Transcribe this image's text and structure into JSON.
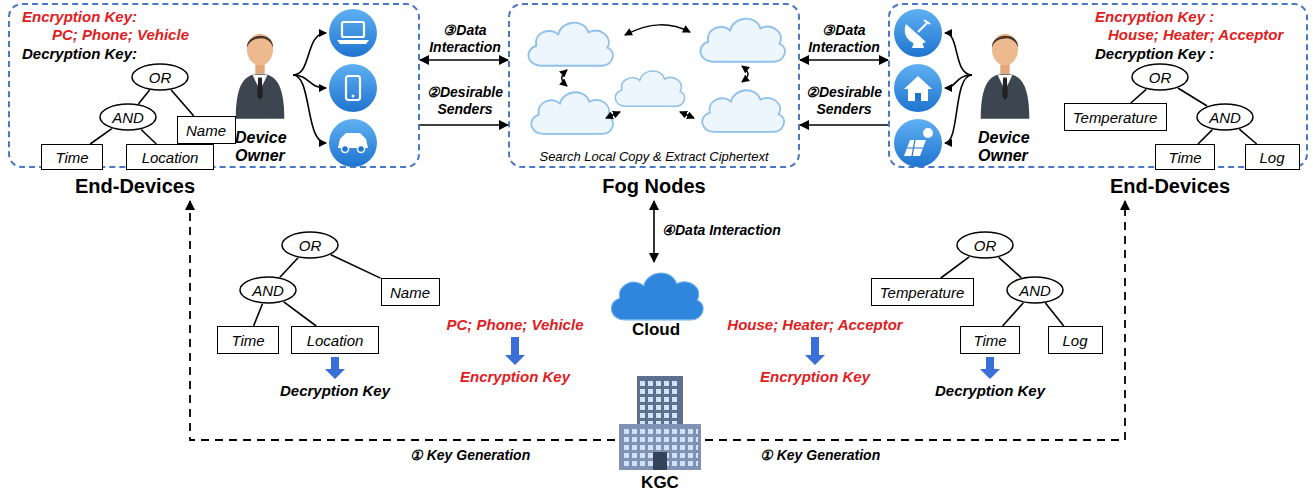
{
  "diagram": {
    "nodes": [
      {
        "text": [
          "Encryption Key:",
          "PC; Phone; Vehicle",
          "Decryption Key:",
          "Device Owner",
          "End-Devices"
        ]
      },
      {
        "text": [
          "OR"
        ],
        "in": 0
      },
      {
        "text": [
          "AND"
        ],
        "in": 0
      },
      {
        "text": [
          "Name"
        ],
        "in": 0
      },
      {
        "text": [
          "Time"
        ],
        "in": 0
      },
      {
        "text": [
          "Location"
        ],
        "in": 0
      },
      {
        "text": [
          "Search Local Copy & Extract Ciphertext",
          "Fog Nodes"
        ]
      },
      {
        "text": [
          "Encryption Key :",
          "House; Heater; Acceptor",
          "Decryption Key :",
          "Device Owner",
          "End-Devices"
        ]
      },
      {
        "text": [
          "OR"
        ],
        "in": 7
      },
      {
        "text": [
          "Temperature"
        ],
        "in": 7
      },
      {
        "text": [
          "AND"
        ],
        "in": 7
      },
      {
        "text": [
          "Time"
        ],
        "in": 7
      },
      {
        "text": [
          "Log"
        ],
        "in": 7
      },
      {
        "text": [
          "OR"
        ]
      },
      {
        "text": [
          "AND"
        ]
      },
      {
        "text": [
          "Name"
        ]
      },
      {
        "text": [
          "Time"
        ]
      },
      {
        "text": [
          "Location"
        ]
      },
      {
        "text": [
          "Cloud"
        ]
      },
      {
        "text": [
          "OR"
        ]
      },
      {
        "text": [
          "Temperature"
        ]
      },
      {
        "text": [
          "AND"
        ]
      },
      {
        "text": [
          "Time"
        ]
      },
      {
        "text": [
          "Log"
        ]
      },
      {
        "text": [
          "KGC"
        ]
      }
    ],
    "edges": [
      {
        "from": 1,
        "to": 2,
        "arrow": "none"
      },
      {
        "from": 1,
        "to": 3,
        "arrow": "none"
      },
      {
        "from": 2,
        "to": 4,
        "arrow": "none"
      },
      {
        "from": 2,
        "to": 5,
        "arrow": "none"
      },
      {
        "from": 8,
        "to": 9,
        "arrow": "none"
      },
      {
        "from": 8,
        "to": 10,
        "arrow": "none"
      },
      {
        "from": 10,
        "to": 11,
        "arrow": "none"
      },
      {
        "from": 10,
        "to": 12,
        "arrow": "none"
      },
      {
        "from": 13,
        "to": 14,
        "arrow": "none"
      },
      {
        "from": 13,
        "to": 15,
        "arrow": "none"
      },
      {
        "from": 14,
        "to": 16,
        "arrow": "none"
      },
      {
        "from": 14,
        "to": 17,
        "arrow": "none"
      },
      {
        "from": 19,
        "to": 20,
        "arrow": "none"
      },
      {
        "from": 19,
        "to": 21,
        "arrow": "none"
      },
      {
        "from": 21,
        "to": 22,
        "arrow": "none"
      },
      {
        "from": 21,
        "to": 23,
        "arrow": "none"
      },
      {
        "from": 0,
        "to": 6,
        "label": "③Data Interaction",
        "arrow": "both"
      },
      {
        "from": 0,
        "to": 6,
        "label": "②Desirable Senders",
        "arrow": "to"
      },
      {
        "from": 7,
        "to": 6,
        "label": "③Data Interaction",
        "arrow": "both"
      },
      {
        "from": 7,
        "to": 6,
        "label": "②Desirable Senders",
        "arrow": "to"
      },
      {
        "from": 6,
        "to": 18,
        "label": "④Data Interaction",
        "arrow": "both"
      },
      {
        "from": 24,
        "to": 0,
        "label": "① Key Generation",
        "arrow": "to"
      },
      {
        "from": 24,
        "to": 7,
        "label": "① Key Generation",
        "arrow": "to"
      }
    ],
    "labels": [
      "Decryption Key",
      "PC; Phone; Vehicle",
      "Encryption Key",
      "House; Heater; Acceptor",
      "Encryption Key",
      "Decryption Key"
    ]
  }
}
